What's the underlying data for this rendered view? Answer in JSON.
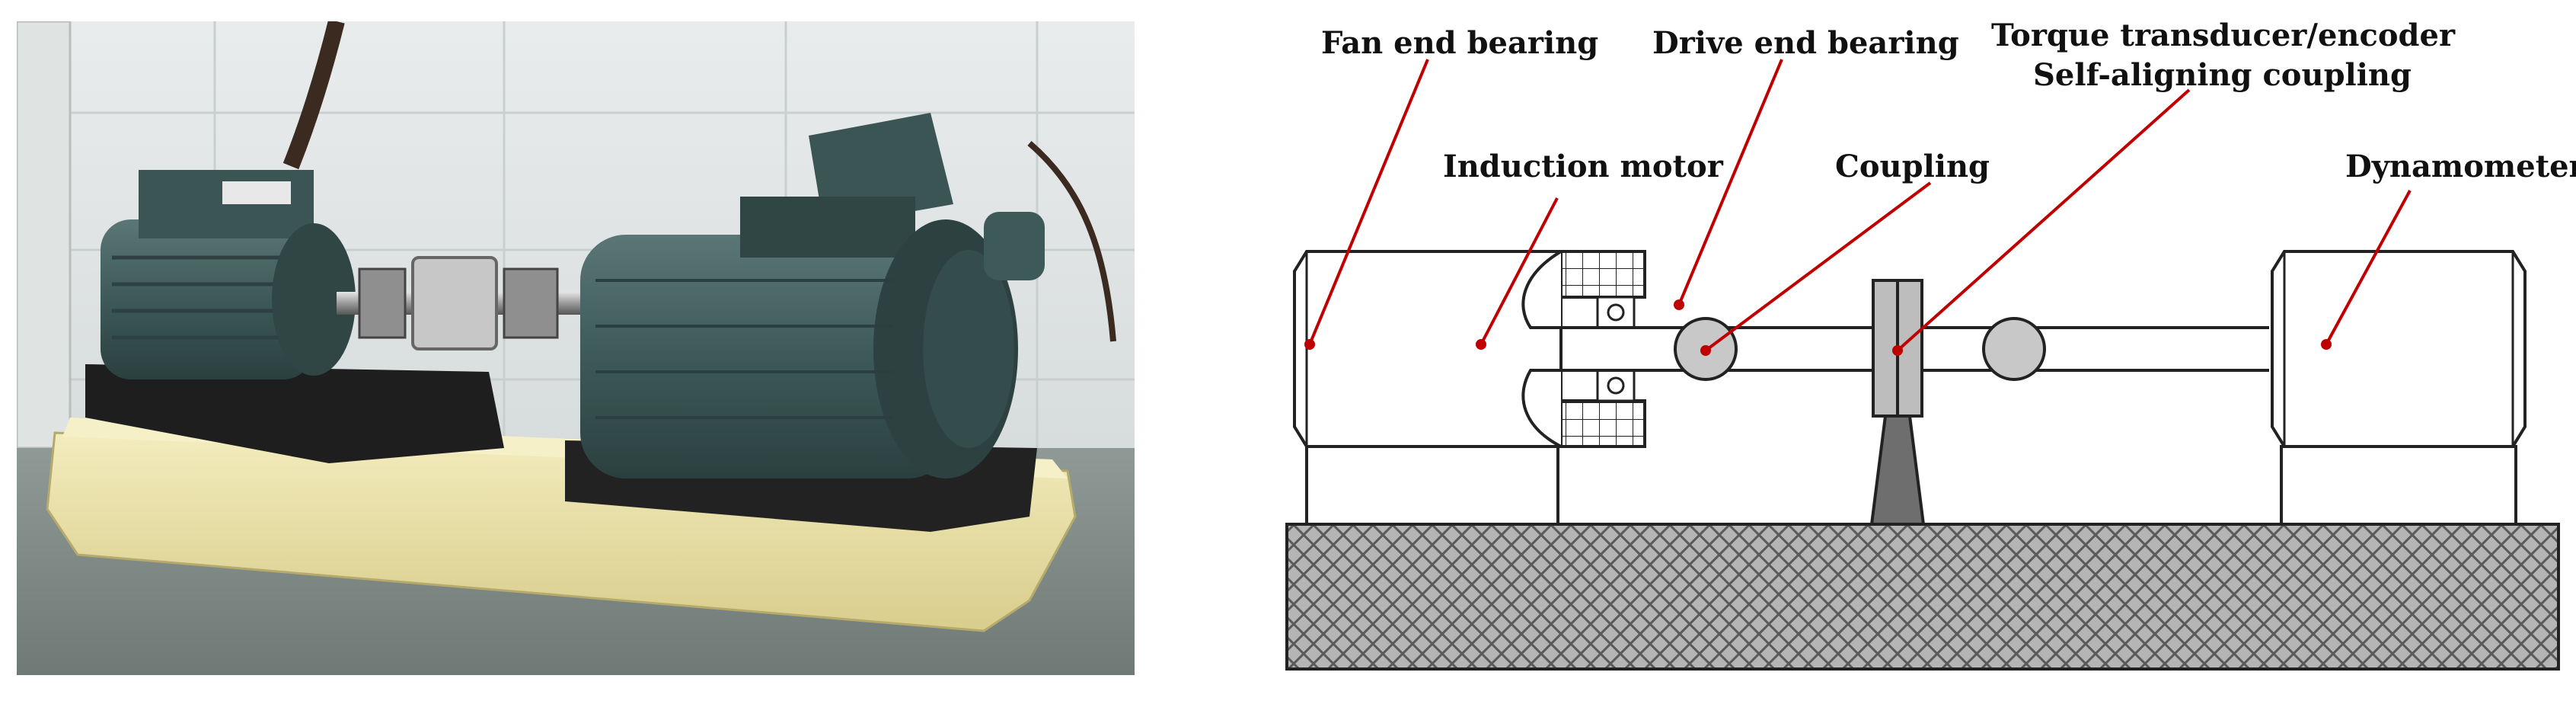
{
  "labels": {
    "fan_end_bearing": "Fan end bearing",
    "drive_end_bearing": "Drive end bearing",
    "torque_transducer": "Torque transducer/encoder",
    "self_aligning_coupling": "Self-aligning coupling",
    "induction_motor": "Induction motor",
    "coupling": "Coupling",
    "dynamometer": "Dynamometer"
  },
  "colors": {
    "leader_line": "#c00000",
    "motor_body": "#3d5a58",
    "base_plate": "#ece3a9",
    "ground_hatch": "#8a8a8a",
    "support_grey": "#6e6e6e"
  }
}
